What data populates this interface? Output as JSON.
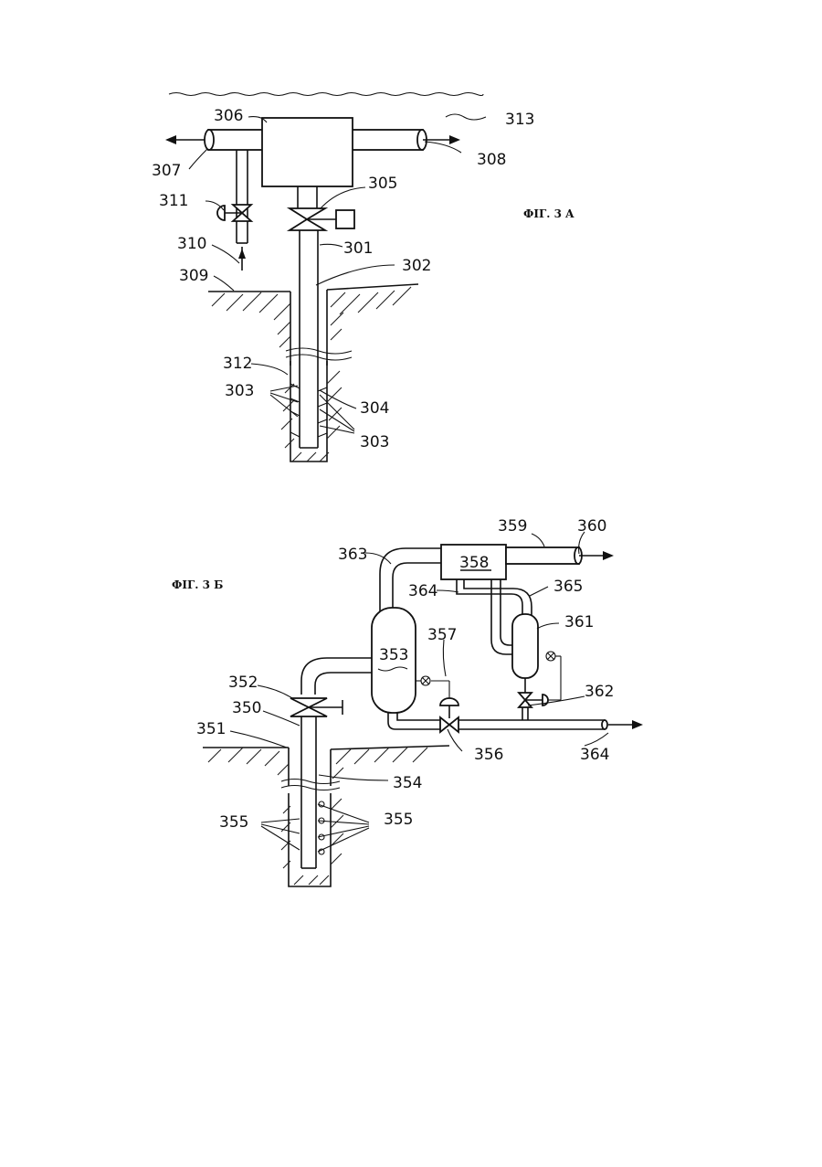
{
  "figures": {
    "a": {
      "caption": "ФIГ. 3 A",
      "labels": {
        "l301": "301",
        "l302": "302",
        "l303a": "303",
        "l303b": "303",
        "l304": "304",
        "l305": "305",
        "l306": "306",
        "l307": "307",
        "l308": "308",
        "l309": "309",
        "l310": "310",
        "l311": "311",
        "l312": "312",
        "l313": "313"
      }
    },
    "b": {
      "caption": "ФIГ. 3 Б",
      "labels": {
        "l350": "350",
        "l351": "351",
        "l352": "352",
        "l353": "353",
        "l354": "354",
        "l355a": "355",
        "l355b": "355",
        "l356": "356",
        "l357": "357",
        "l358": "358",
        "l359": "359",
        "l360": "360",
        "l361": "361",
        "l362": "362",
        "l363": "363",
        "l364a": "364",
        "l364b": "364",
        "l365": "365"
      }
    }
  }
}
